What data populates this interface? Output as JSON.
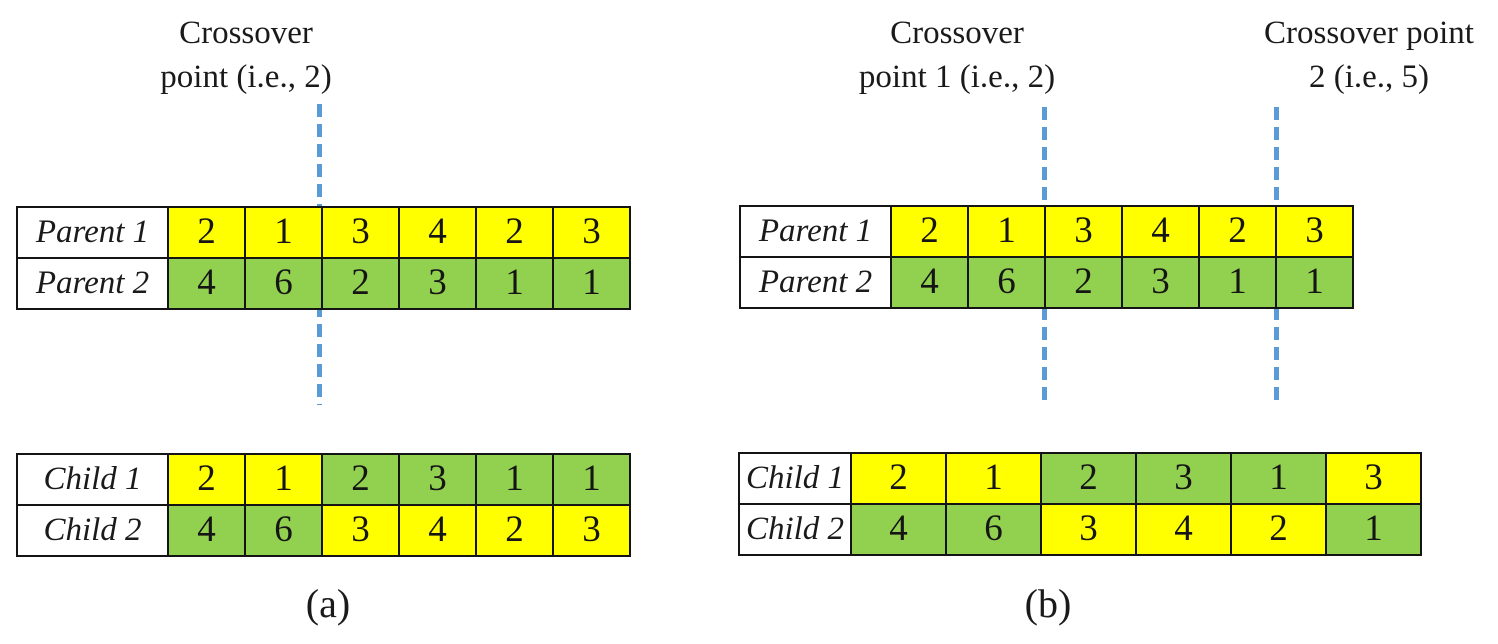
{
  "colors": {
    "gene_yellow": "#FFFF00",
    "gene_green": "#92D050",
    "crossover_line_blue": "#5B9BD5",
    "border_black": "#141414"
  },
  "panel_a": {
    "caption": "(a)",
    "crossover_label": "Crossover\npoint (i.e., 2)",
    "parent_table": {
      "rows": [
        {
          "label": "Parent 1",
          "cells": [
            {
              "v": "2",
              "c": "yellow"
            },
            {
              "v": "1",
              "c": "yellow"
            },
            {
              "v": "3",
              "c": "yellow"
            },
            {
              "v": "4",
              "c": "yellow"
            },
            {
              "v": "2",
              "c": "yellow"
            },
            {
              "v": "3",
              "c": "yellow"
            }
          ]
        },
        {
          "label": "Parent 2",
          "cells": [
            {
              "v": "4",
              "c": "green"
            },
            {
              "v": "6",
              "c": "green"
            },
            {
              "v": "2",
              "c": "green"
            },
            {
              "v": "3",
              "c": "green"
            },
            {
              "v": "1",
              "c": "green"
            },
            {
              "v": "1",
              "c": "green"
            }
          ]
        }
      ]
    },
    "child_table": {
      "rows": [
        {
          "label": "Child 1",
          "cells": [
            {
              "v": "2",
              "c": "yellow"
            },
            {
              "v": "1",
              "c": "yellow"
            },
            {
              "v": "2",
              "c": "green"
            },
            {
              "v": "3",
              "c": "green"
            },
            {
              "v": "1",
              "c": "green"
            },
            {
              "v": "1",
              "c": "green"
            }
          ]
        },
        {
          "label": "Child 2",
          "cells": [
            {
              "v": "4",
              "c": "green"
            },
            {
              "v": "6",
              "c": "green"
            },
            {
              "v": "3",
              "c": "yellow"
            },
            {
              "v": "4",
              "c": "yellow"
            },
            {
              "v": "2",
              "c": "yellow"
            },
            {
              "v": "3",
              "c": "yellow"
            }
          ]
        }
      ]
    }
  },
  "panel_b": {
    "caption": "(b)",
    "crossover_label_1": "Crossover\npoint 1 (i.e., 2)",
    "crossover_label_2": "Crossover point\n2 (i.e., 5)",
    "parent_table": {
      "rows": [
        {
          "label": "Parent 1",
          "cells": [
            {
              "v": "2",
              "c": "yellow"
            },
            {
              "v": "1",
              "c": "yellow"
            },
            {
              "v": "3",
              "c": "yellow"
            },
            {
              "v": "4",
              "c": "yellow"
            },
            {
              "v": "2",
              "c": "yellow"
            },
            {
              "v": "3",
              "c": "yellow"
            }
          ]
        },
        {
          "label": "Parent 2",
          "cells": [
            {
              "v": "4",
              "c": "green"
            },
            {
              "v": "6",
              "c": "green"
            },
            {
              "v": "2",
              "c": "green"
            },
            {
              "v": "3",
              "c": "green"
            },
            {
              "v": "1",
              "c": "green"
            },
            {
              "v": "1",
              "c": "green"
            }
          ]
        }
      ]
    },
    "child_table": {
      "rows": [
        {
          "label": "Child 1",
          "cells": [
            {
              "v": "2",
              "c": "yellow"
            },
            {
              "v": "1",
              "c": "yellow"
            },
            {
              "v": "2",
              "c": "green"
            },
            {
              "v": "3",
              "c": "green"
            },
            {
              "v": "1",
              "c": "green"
            },
            {
              "v": "3",
              "c": "yellow"
            }
          ]
        },
        {
          "label": "Child 2",
          "cells": [
            {
              "v": "4",
              "c": "green"
            },
            {
              "v": "6",
              "c": "green"
            },
            {
              "v": "3",
              "c": "yellow"
            },
            {
              "v": "4",
              "c": "yellow"
            },
            {
              "v": "2",
              "c": "yellow"
            },
            {
              "v": "1",
              "c": "green"
            }
          ]
        }
      ]
    }
  }
}
